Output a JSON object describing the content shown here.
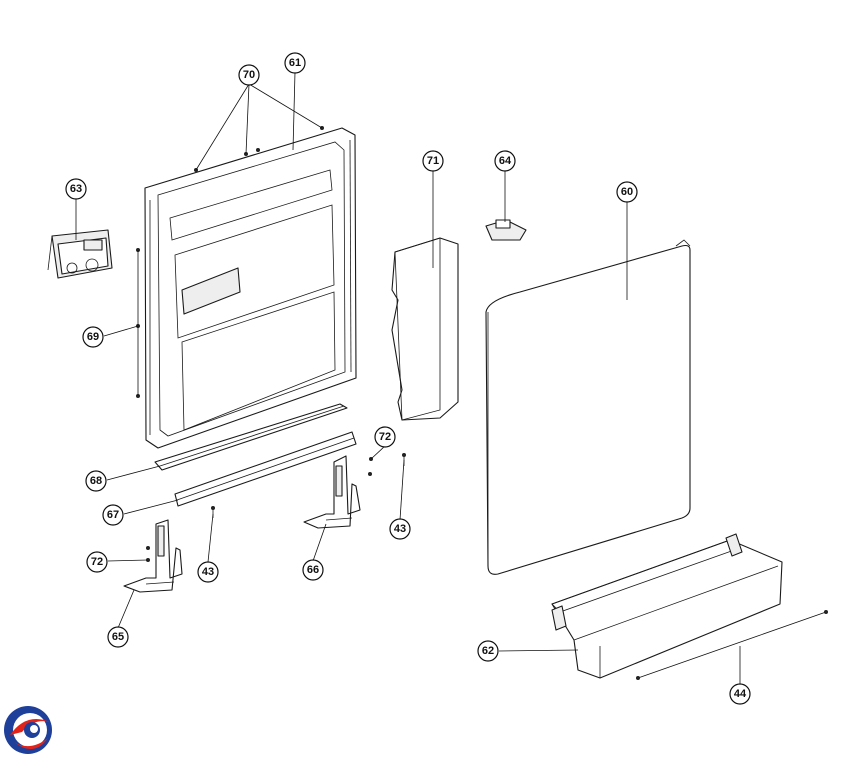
{
  "callouts": [
    {
      "id": "c70",
      "label": "70"
    },
    {
      "id": "c61",
      "label": "61"
    },
    {
      "id": "c63",
      "label": "63"
    },
    {
      "id": "c71",
      "label": "71"
    },
    {
      "id": "c64",
      "label": "64"
    },
    {
      "id": "c60",
      "label": "60"
    },
    {
      "id": "c69",
      "label": "69"
    },
    {
      "id": "c72a",
      "label": "72"
    },
    {
      "id": "c68",
      "label": "68"
    },
    {
      "id": "c67",
      "label": "67"
    },
    {
      "id": "c43a",
      "label": "43"
    },
    {
      "id": "c43b",
      "label": "43"
    },
    {
      "id": "c72b",
      "label": "72"
    },
    {
      "id": "c66",
      "label": "66"
    },
    {
      "id": "c65",
      "label": "65"
    },
    {
      "id": "c62",
      "label": "62"
    },
    {
      "id": "c44",
      "label": "44"
    }
  ],
  "logo": {
    "icon": "brand-logo-icon",
    "colors": [
      "#1e3f9a",
      "#e2231a"
    ]
  }
}
